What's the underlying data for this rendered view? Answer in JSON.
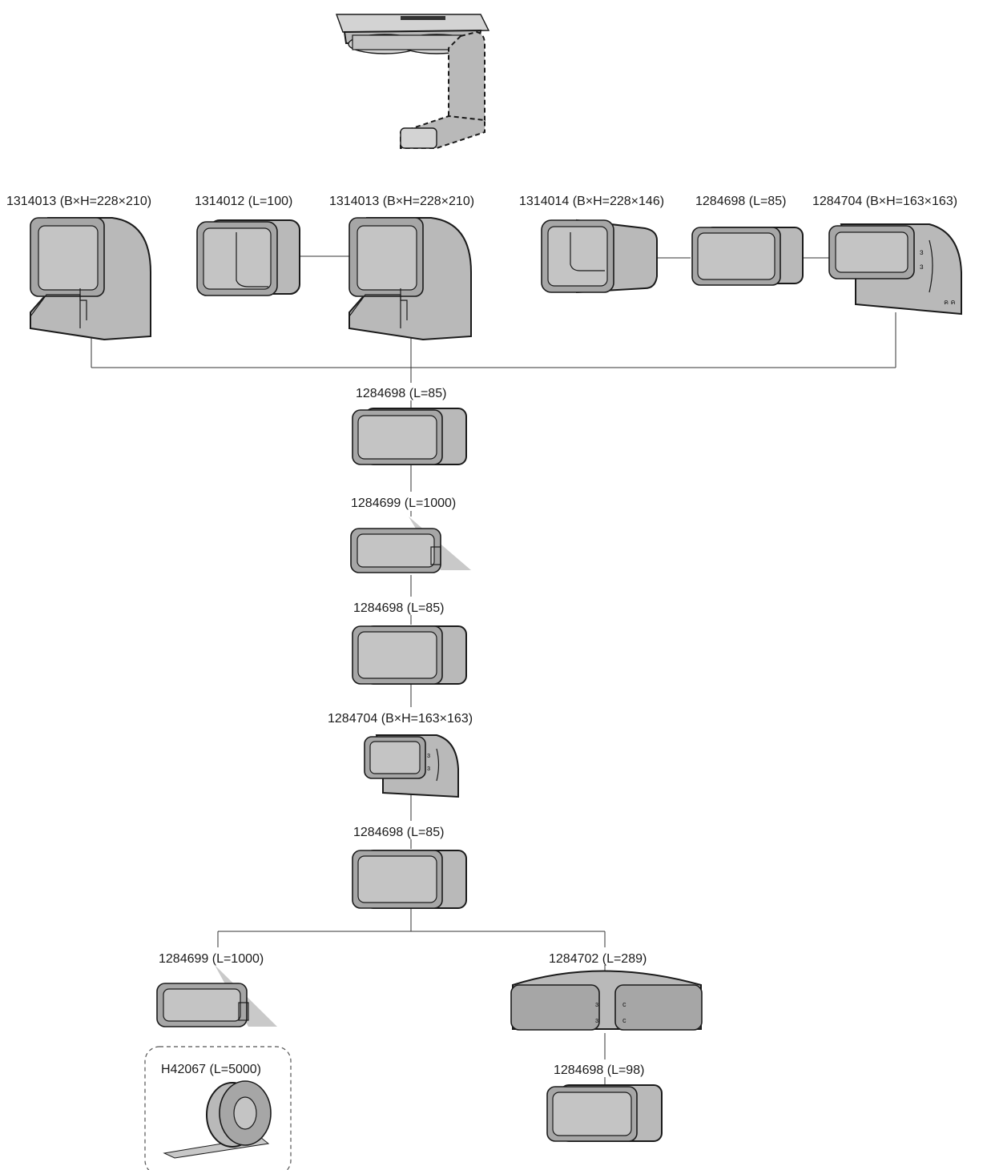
{
  "labels": {
    "p1": "1314013 (B×H=228×210)",
    "p2": "1314012 (L=100)",
    "p3": "1314013 (B×H=228×210)",
    "p4": "1314014 (B×H=228×146)",
    "p5": "1284698 (L=85)",
    "p6": "1284704 (B×H=163×163)",
    "m1": "1284698  (L=85)",
    "m2": "1284699 (L=1000)",
    "m3": "1284698 (L=85)",
    "m4": "1284704  (B×H=163×163)",
    "m5": "1284698 (L=85)",
    "b1": "1284699 (L=1000)",
    "b2": "1284702  (L=289)",
    "b3": "H42067 (L=5000)",
    "b4": "1284698 (L=98)"
  },
  "colors": {
    "part": "#b9b9b9",
    "outline": "#1a1a1a",
    "line": "#333333"
  }
}
